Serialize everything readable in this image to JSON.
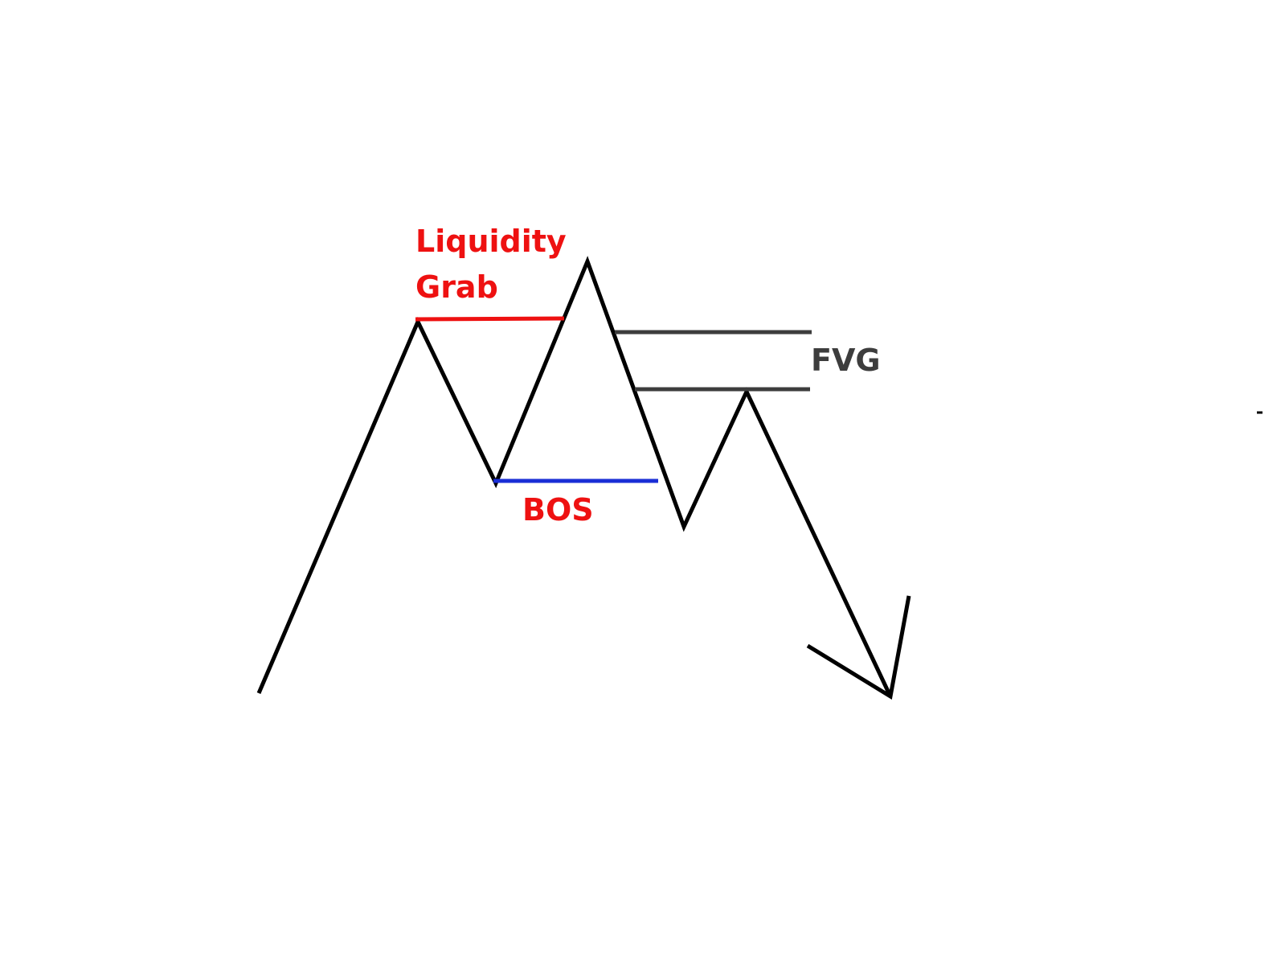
{
  "labels": {
    "liquidity_line1": "Liquidity",
    "liquidity_line2": "Grab",
    "bos": "BOS",
    "fvg": "FVG"
  },
  "colors": {
    "background": "#ffffff",
    "price_path": "#000000",
    "liquidity": "#ee1111",
    "bos_line": "#1a2ed6",
    "bos_text": "#ee1111",
    "fvg": "#3d3d3d"
  }
}
